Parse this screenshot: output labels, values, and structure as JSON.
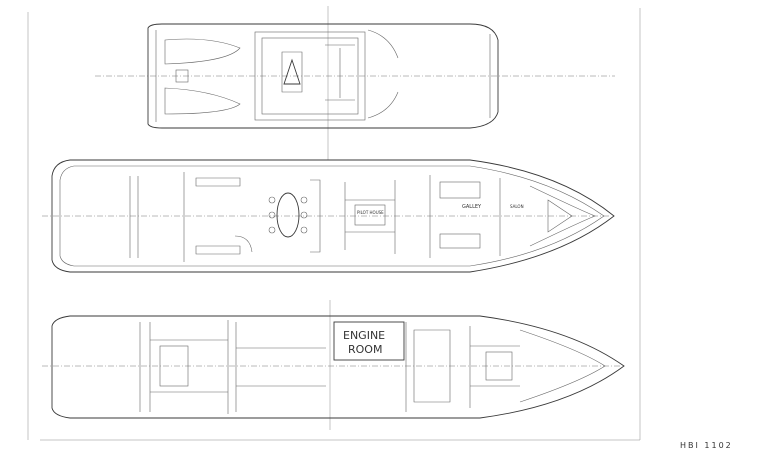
{
  "flybridge": {
    "label_aft": "",
    "label_fwd": "",
    "label_center": ""
  },
  "main_deck": {
    "galley_label": "GALLEY",
    "pilot_label": "PILOT HOUSE",
    "salon_label": "SALON"
  },
  "lower_deck": {
    "engine_room_line1": "ENGINE",
    "engine_room_line2": "ROOM"
  },
  "signature": "HBI 1102"
}
